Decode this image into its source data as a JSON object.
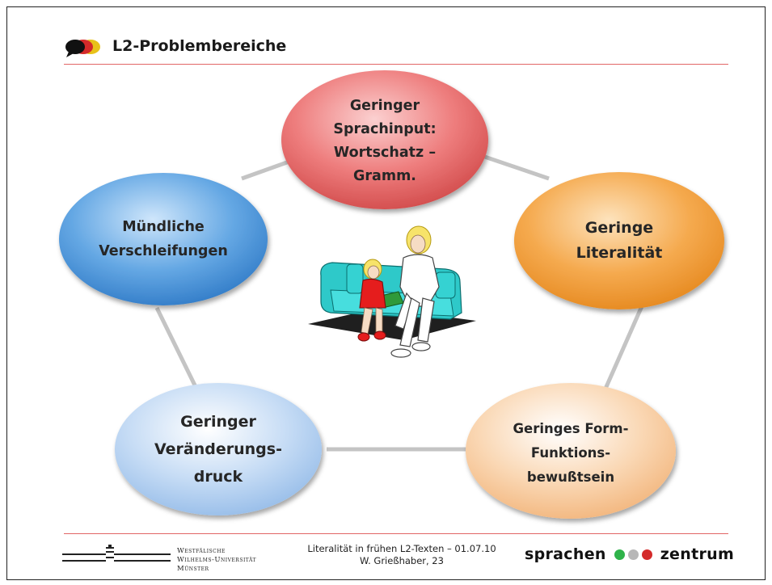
{
  "slide": {
    "title": "L2-Problembereiche"
  },
  "diagram": {
    "nodes": [
      {
        "id": "top",
        "lines": [
          "Geringer",
          "Sprachinput:",
          "Wortschatz –",
          "Gramm."
        ],
        "color": "#e66a6a"
      },
      {
        "id": "left",
        "lines": [
          "Mündliche",
          "Verschleifungen"
        ],
        "color": "#4a96d8"
      },
      {
        "id": "right",
        "lines": [
          "Geringe",
          "Literalität"
        ],
        "color": "#f2a040"
      },
      {
        "id": "bottom-left",
        "lines": [
          "Geringer",
          "Veränderungs-",
          "druck"
        ],
        "color": "#a6c8ee"
      },
      {
        "id": "bottom-right",
        "lines": [
          "Geringes Form-",
          "Funktions-",
          "bewußtsein"
        ],
        "color": "#f6c79a"
      }
    ]
  },
  "footer": {
    "university_lines": [
      "Westfälische",
      "Wilhelms-Universität",
      "Münster"
    ],
    "caption_line1": "Literalität in frühen L2-Texten – 01.07.10",
    "caption_line2": "W. Grießhaber, 23",
    "brand_left": "sprachen",
    "brand_right": "zentrum",
    "brand_dot_colors": [
      "#2fb34a",
      "#b7b7b7",
      "#d42a2a"
    ]
  },
  "icons": {
    "title_icon": "speech-bubbles-icon",
    "illustration": "mother-reading-to-child-illustration"
  }
}
